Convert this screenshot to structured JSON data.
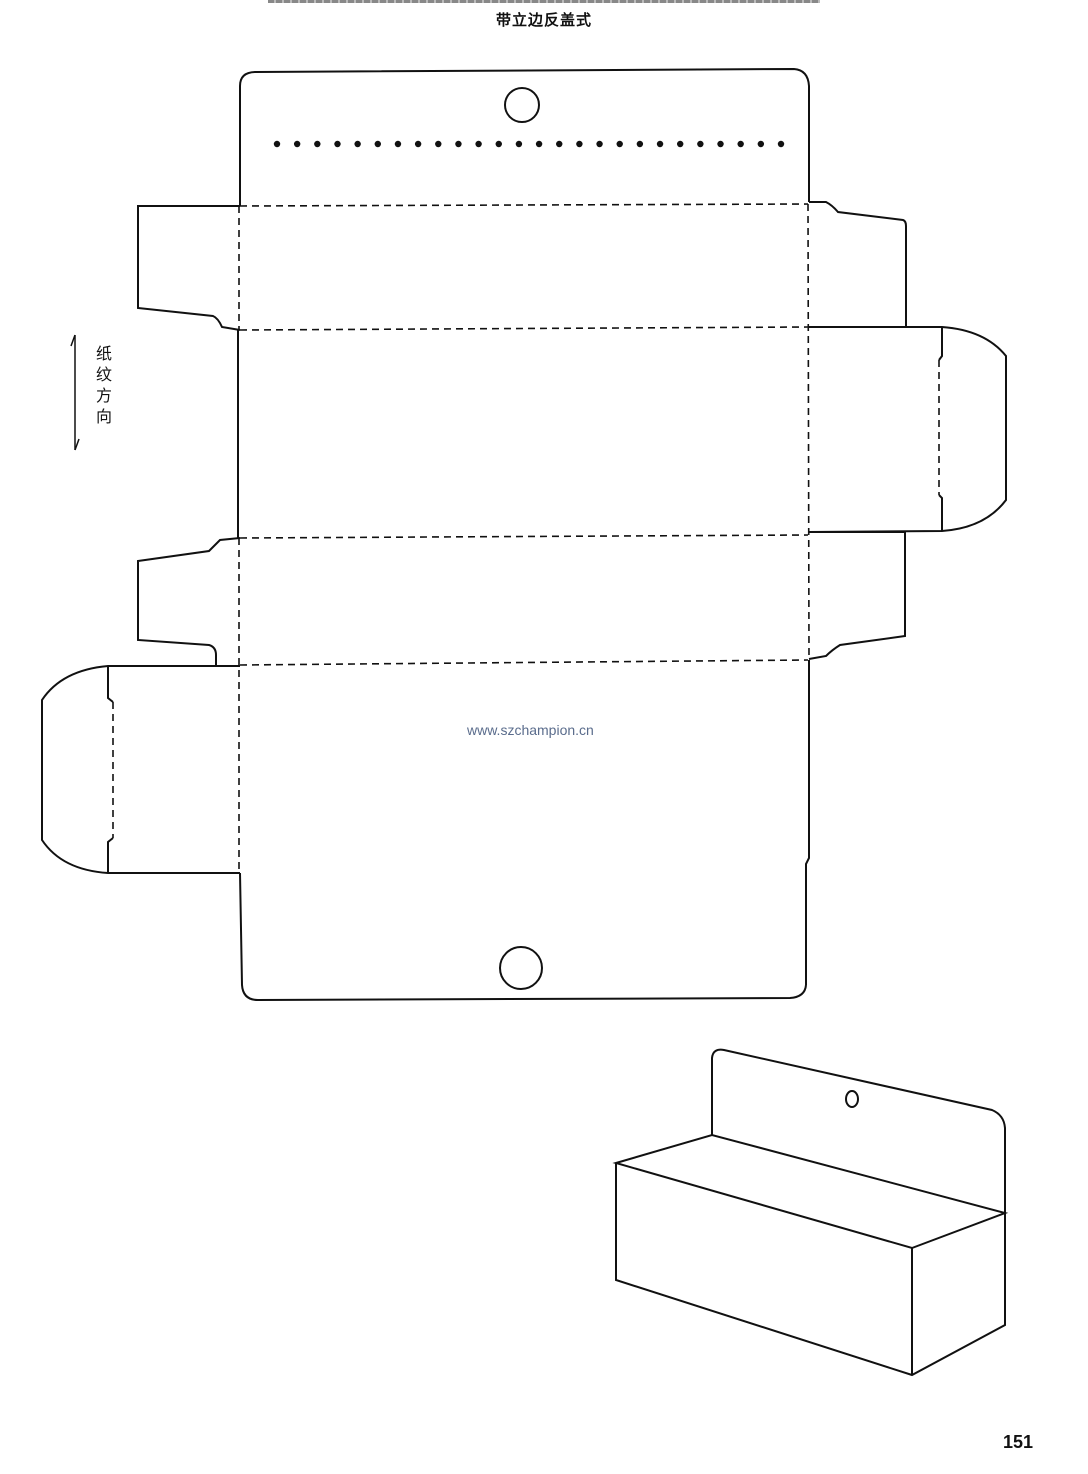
{
  "title": "带立边反盖式",
  "grain_direction_label": "纸纹方向",
  "watermark": "www.szchampion.cn",
  "page_number": "151",
  "perforation_dot_count": 26
}
